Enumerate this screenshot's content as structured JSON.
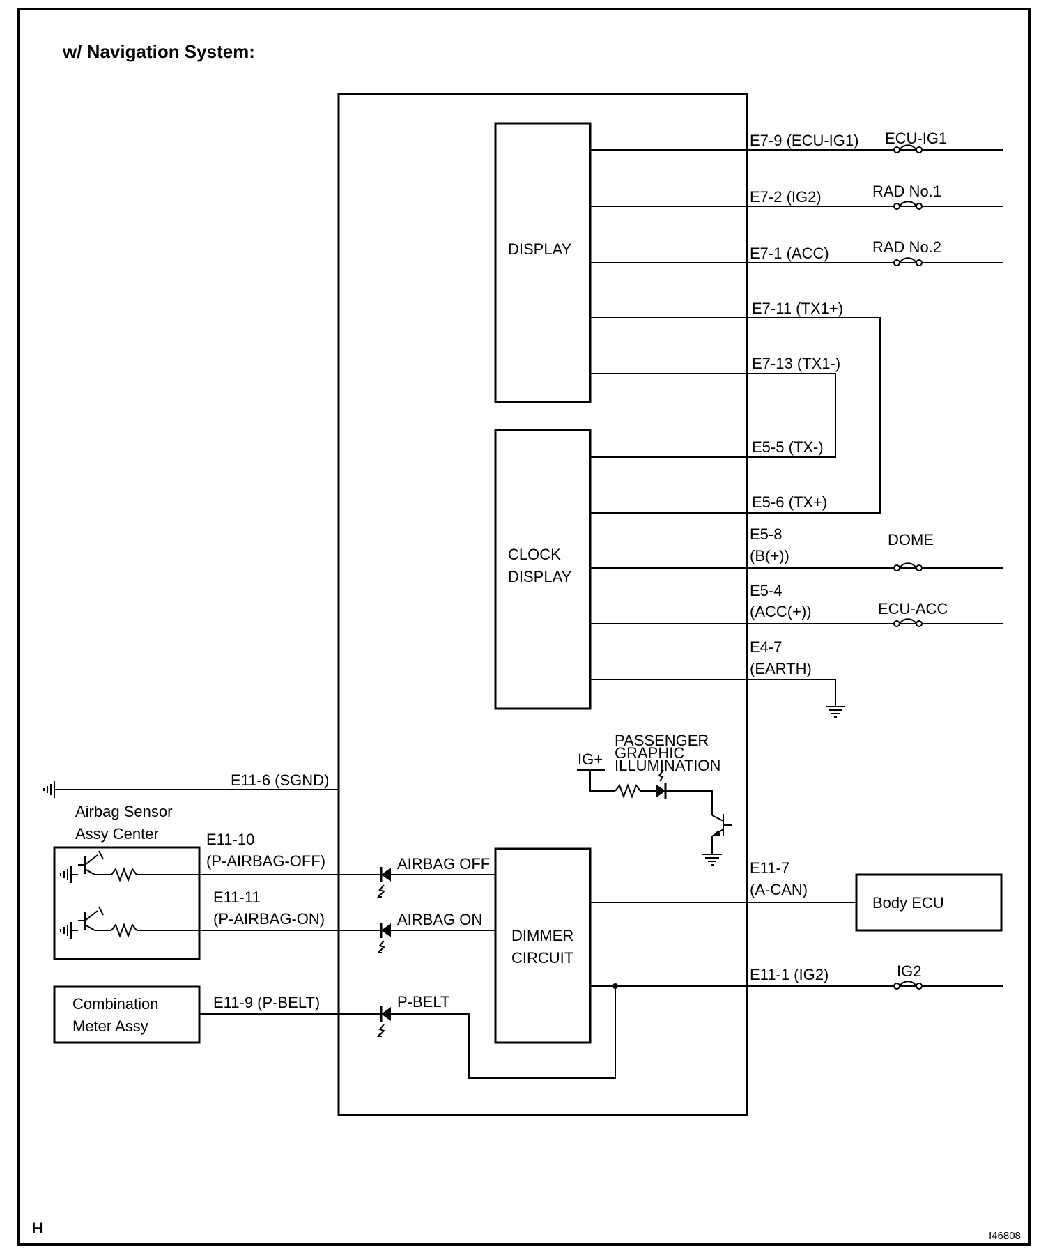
{
  "title": "w/ Navigation System:",
  "blocks": {
    "display": "DISPLAY",
    "clock_1": "CLOCK",
    "clock_2": "DISPLAY",
    "dimmer_1": "DIMMER",
    "dimmer_2": "CIRCUIT",
    "body_ecu": "Body ECU",
    "airbag_sensor_1": "Airbag Sensor",
    "airbag_sensor_2": "Assy Center",
    "combo_1": "Combination",
    "combo_2": "Meter Assy"
  },
  "pins": {
    "e7_9": "E7-9  (ECU-IG1)",
    "e7_2": "E7-2  (IG2)",
    "e7_1": "E7-1  (ACC)",
    "e7_11": "E7-11 (TX1+)",
    "e7_13": "E7-13  (TX1-)",
    "e5_5": "E5-5  (TX-)",
    "e5_6": "E5-6  (TX+)",
    "e5_8_a": "E5-8",
    "e5_8_b": "(B(+))",
    "e5_4_a": "E5-4",
    "e5_4_b": "(ACC(+))",
    "e4_7_a": "E4-7",
    "e4_7_b": "(EARTH)",
    "e11_6": "E11-6  (SGND)",
    "e11_10_a": "E11-10",
    "e11_10_b": "(P-AIRBAG-OFF)",
    "e11_11_a": "E11-11",
    "e11_11_b": "(P-AIRBAG-ON)",
    "e11_9": "E11-9  (P-BELT)",
    "e11_7_a": "E11-7",
    "e11_7_b": "(A-CAN)",
    "e11_1": "E11-1  (IG2)"
  },
  "fuses": {
    "ecu_ig1": "ECU-IG1",
    "rad1": "RAD No.1",
    "rad2": "RAD No.2",
    "dome": "DOME",
    "ecu_acc": "ECU-ACC",
    "ig2": "IG2"
  },
  "indicators": {
    "airbag_off": "AIRBAG OFF",
    "airbag_on": "AIRBAG ON",
    "p_belt": "P-BELT"
  },
  "illumination": {
    "ig_plus": "IG+",
    "line1": "PASSENGER",
    "line2": "GRAPHIC",
    "line3": "ILLUMINATION"
  },
  "corner_left": "H",
  "corner_right": "I46808"
}
